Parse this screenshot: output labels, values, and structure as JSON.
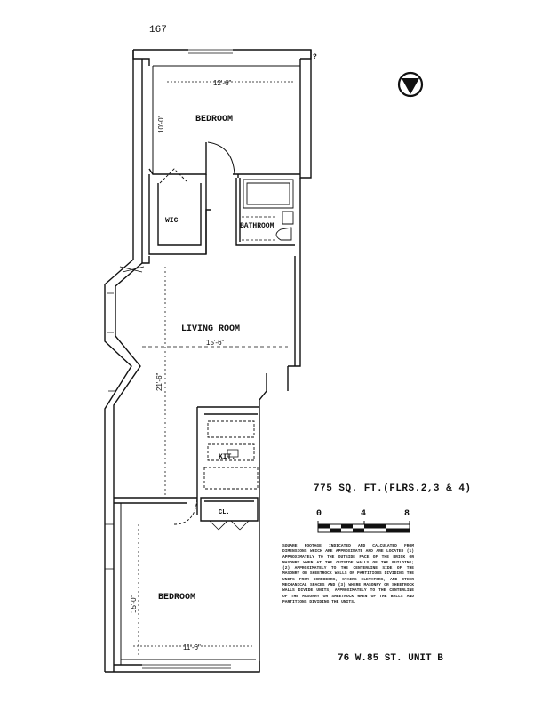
{
  "page_number": "167",
  "rooms": {
    "bedroom_top": "BEDROOM",
    "wic": "WIC",
    "bathroom": "BATHROOM",
    "living_room": "LIVING ROOM",
    "kit": "KIT.",
    "cl": "CL.",
    "bedroom_bottom": "BEDROOM"
  },
  "dimensions": {
    "bedroom_top_width": "12'-6\"",
    "bedroom_top_depth": "10'-0\"",
    "living_room_width": "15'-6\"",
    "living_room_depth": "21'-6\"",
    "bedroom_bottom_width": "11'-6\"",
    "bedroom_bottom_depth": "15'-0\""
  },
  "square_footage": "775 SQ. FT.(FLRS.2,3 & 4)",
  "scale": {
    "start": "0",
    "mid": "4",
    "end": "8"
  },
  "disclaimer": "Square footage indicated and calculated from dimensions which are approximate and are located (1) approximately to the outside face of the brick or masonry when at the outside walls of the building; (2) approximately to the centerline side of the masonry or sheetrock walls or partitions dividing the units from corridors, stairs elevators, and other mechanical spaces and (3) where masonry or sheetrock walls divide units, approximately to the centerline of the masonry or sheetrock when of the walls and partitions dividing the units.",
  "address": "76 W.85 ST. UNIT B"
}
